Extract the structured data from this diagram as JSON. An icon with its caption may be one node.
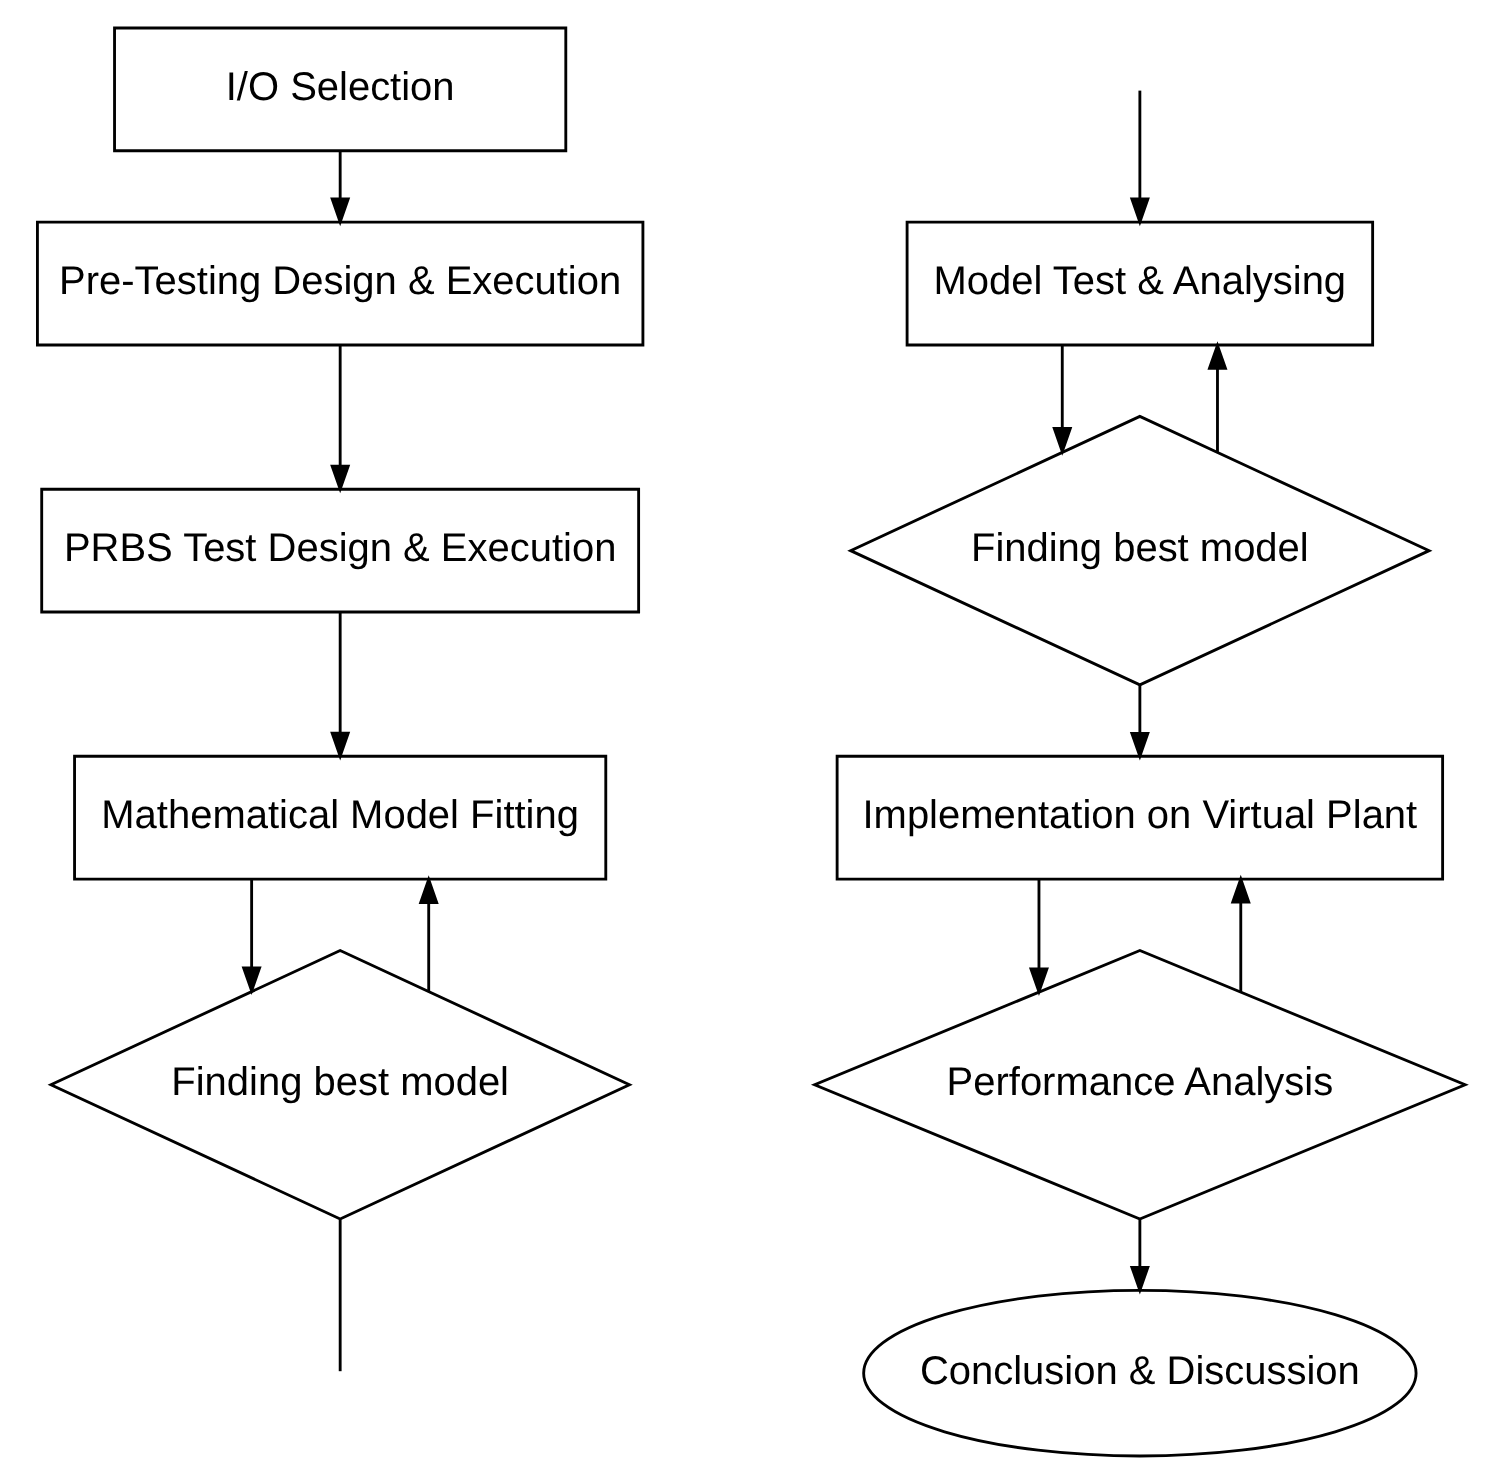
{
  "diagram": {
    "nodes": [
      {
        "text": [
          "I/O Selection"
        ]
      },
      {
        "text": [
          "Pre-Testing Design & Execution"
        ]
      },
      {
        "text": [
          "PRBS Test Design & Execution"
        ]
      },
      {
        "text": [
          "Mathematical Model Fitting"
        ]
      },
      {
        "text": [
          "Finding best model"
        ]
      },
      {
        "text": [
          "Model Test & Analysing"
        ]
      },
      {
        "text": [
          "Finding best model"
        ]
      },
      {
        "text": [
          "Implementation on Virtual Plant"
        ]
      },
      {
        "text": [
          "Performance Analysis"
        ]
      },
      {
        "text": [
          "Conclusion & Discussion"
        ]
      }
    ],
    "edges": [
      {
        "from": 0,
        "to": 1,
        "arrow": "to"
      },
      {
        "from": 1,
        "to": 2,
        "arrow": "to"
      },
      {
        "from": 2,
        "to": 3,
        "arrow": "to"
      },
      {
        "from": 3,
        "to": 4,
        "arrow": "to"
      },
      {
        "from": 4,
        "to": 3,
        "arrow": "to"
      },
      {
        "from": 4,
        "to": null,
        "arrow": "none"
      },
      {
        "from": null,
        "to": 5,
        "arrow": "to"
      },
      {
        "from": 5,
        "to": 6,
        "arrow": "to"
      },
      {
        "from": 6,
        "to": 5,
        "arrow": "to"
      },
      {
        "from": 6,
        "to": 7,
        "arrow": "to"
      },
      {
        "from": 7,
        "to": 8,
        "arrow": "to"
      },
      {
        "from": 8,
        "to": 7,
        "arrow": "to"
      },
      {
        "from": 8,
        "to": 9,
        "arrow": "to"
      }
    ]
  }
}
